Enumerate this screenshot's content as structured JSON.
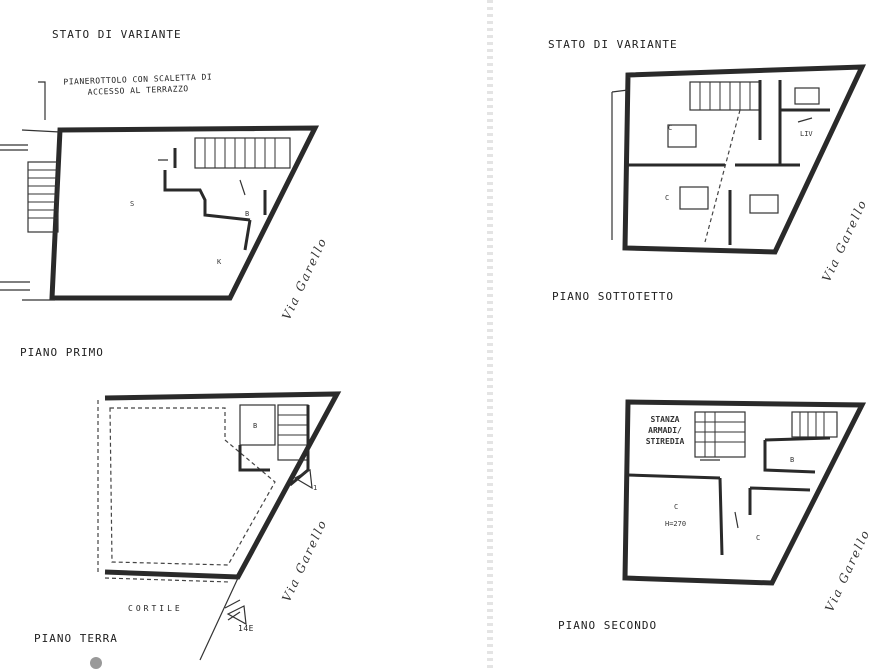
{
  "left_plans": {
    "variant_title": "STATO DI VARIANTE",
    "annotation": "PIANEROTTOLO CON SCALETTA DI ACCESSO AL TERRAZZO",
    "first_floor": {
      "label": "PIANO PRIMO",
      "street": "Via Garello",
      "rooms": {
        "s": "S",
        "b": "B",
        "k": "K"
      }
    },
    "ground_floor": {
      "label": "PIANO TERRA",
      "street": "Via Garello",
      "courtyard": "CORTILE",
      "room_b": "B",
      "number": "14E",
      "entry": "1"
    }
  },
  "right_plans": {
    "variant_title": "STATO DI VARIANTE",
    "attic": {
      "label": "PIANO SOTTOTETTO",
      "street": "Via Garello",
      "rooms": {
        "c1": "C",
        "c2": "C",
        "liv": "LIV"
      }
    },
    "second_floor": {
      "label": "PIANO SECONDO",
      "street": "Via Garello",
      "wardrobe": "STANZA ARMADI/ STIREDIA",
      "rooms": {
        "b": "B",
        "c1": "C",
        "c2": "C",
        "h": "H=270"
      }
    }
  }
}
